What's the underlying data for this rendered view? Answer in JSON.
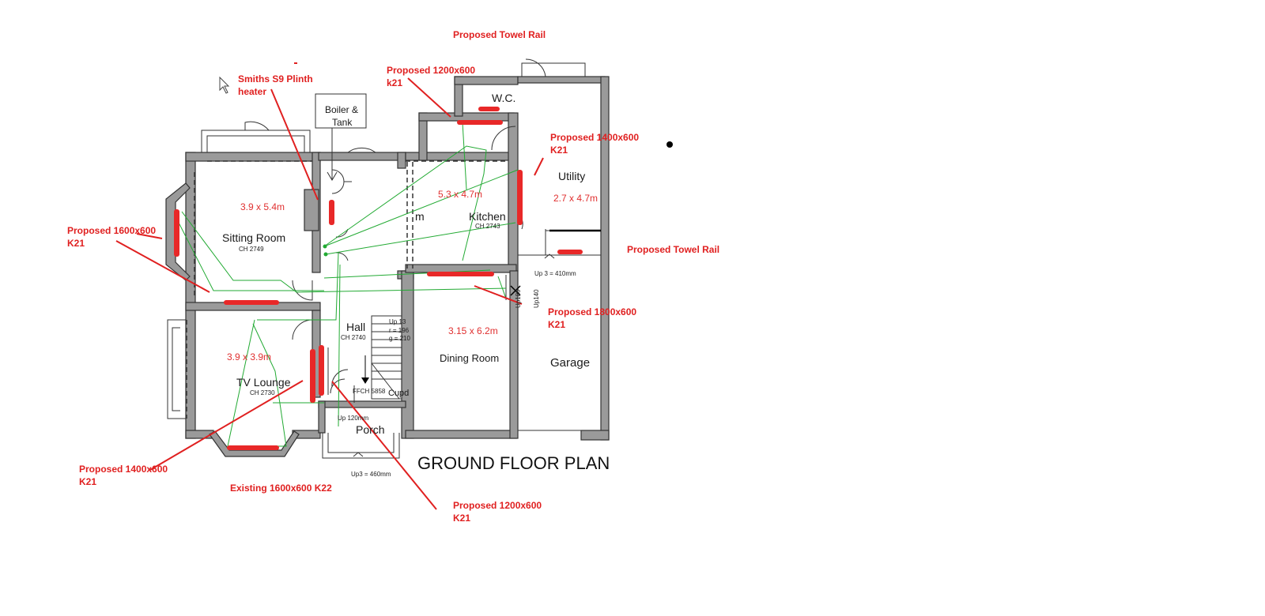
{
  "plan": {
    "title": "GROUND FLOOR PLAN",
    "rooms": {
      "sitting_room": {
        "name": "Sitting Room",
        "code": "CH 2749",
        "size": "3.9 x 5.4m"
      },
      "tv_lounge": {
        "name": "TV Lounge",
        "code": "CH 2730",
        "size": "3.9 x 3.9m"
      },
      "hall": {
        "name": "Hall",
        "code": "CH 2740"
      },
      "kitchen": {
        "name": "Kitchen",
        "code": "CH 2743",
        "size": "5.3 x 4.7m"
      },
      "utility": {
        "name": "Utility",
        "size": "2.7 x 4.7m"
      },
      "wc": {
        "name": "W.C."
      },
      "dining_room": {
        "name": "Dining Room",
        "size": "3.15 x 6.2m"
      },
      "garage": {
        "name": "Garage"
      },
      "porch": {
        "name": "Porch"
      },
      "cupd": {
        "name": "Cupd"
      },
      "boiler": {
        "line1": "Boiler &",
        "line2": "Tank"
      }
    },
    "notes": {
      "stair_up": "Up 13",
      "stair_r": "r = 196",
      "stair_g": "g = 210",
      "ffch": "FFCH 5858",
      "up_porch": "Up 120mm",
      "up_entry": "Up3 = 460mm",
      "up_utility": "Up 3 = 410mm",
      "up180": "Up180",
      "up140": "Up140",
      "m_fragment": "m"
    }
  },
  "annotations": {
    "towel_rail_top": "Proposed Towel Rail",
    "towel_rail_right": "Proposed Towel Rail",
    "smiths_line1": "Smiths S9 Plinth",
    "smiths_line2": "heater",
    "k1200_top_line1": "Proposed 1200x600",
    "k1200_top_line2": "k21",
    "k1400_right_line1": "Proposed 1400x600",
    "k1400_right_line2": "K21",
    "k1600_left_line1": "Proposed 1600x600",
    "k1600_left_line2": "K21",
    "k1800_line1": "Proposed 1800x600",
    "k1800_line2": "K21",
    "k1400_bottom_line1": "Proposed 1400x600",
    "k1400_bottom_line2": "K21",
    "existing_k22": "Existing 1600x600 K22",
    "k1200_bottom_line1": "Proposed 1200x600",
    "k1200_bottom_line2": "K21"
  },
  "colors": {
    "annotation": "#e02020",
    "pipe": "#22aa33",
    "wall": "#9a9a9a"
  }
}
